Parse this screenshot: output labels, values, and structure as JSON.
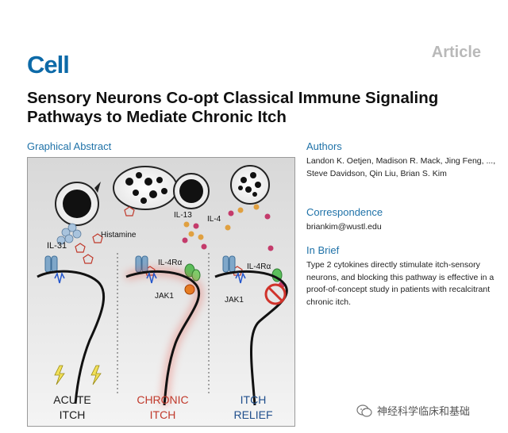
{
  "header": {
    "journal": "Cell",
    "article_type": "Article",
    "title": "Sensory Neurons Co-opt Classical Immune Signaling Pathways to Mediate Chronic Itch"
  },
  "graphical_abstract": {
    "heading": "Graphical Abstract",
    "labels": {
      "il31": "IL-31",
      "histamine": "Histamine",
      "il13": "IL-13",
      "il4": "IL-4",
      "il4ra_1": "IL-4Rα",
      "il4ra_2": "IL-4Rα",
      "jak1_1": "JAK1",
      "jak1_2": "JAK1"
    },
    "panels": [
      {
        "line1": "ACUTE",
        "line2": "ITCH",
        "color": "#1a1a1a"
      },
      {
        "line1": "CHRONIC",
        "line2": "ITCH",
        "color": "#c0392b"
      },
      {
        "line1": "ITCH",
        "line2": "RELIEF",
        "color": "#1f4e8c"
      }
    ]
  },
  "authors": {
    "heading": "Authors",
    "text": "Landon K. Oetjen, Madison R. Mack, Jing Feng, ..., Steve Davidson, Qin Liu, Brian S. Kim"
  },
  "correspondence": {
    "heading": "Correspondence",
    "email": "briankim@wustl.edu"
  },
  "in_brief": {
    "heading": "In Brief",
    "text": "Type 2 cytokines directly stimulate itch-sensory neurons, and blocking this pathway is effective in a proof-of-concept study in patients with recalcitrant chronic itch."
  },
  "watermark": {
    "text": "神经科学临床和基础",
    "icon": "wechat-icon"
  },
  "colors": {
    "journal_blue": "#0d6aa8",
    "heading_blue": "#1f72a8",
    "chronic_red": "#c0392b",
    "relief_blue": "#1f4e8c"
  }
}
